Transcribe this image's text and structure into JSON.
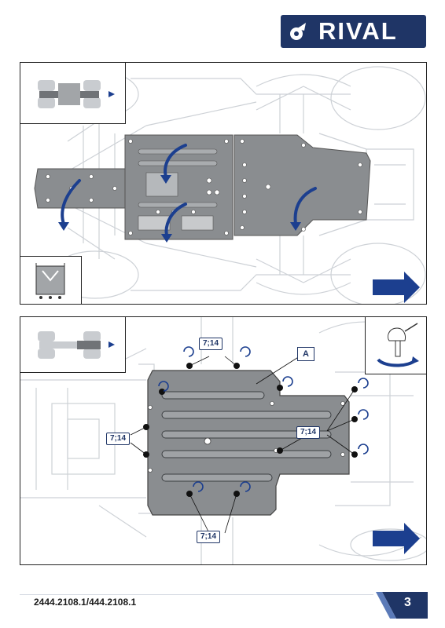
{
  "brand": {
    "name": "RIVAL",
    "color": "#1f3566"
  },
  "colors": {
    "plate": "#8a8d90",
    "arrow": "#1c3f8f",
    "line": "#cfd3d8"
  },
  "panel_top": {
    "inset_icons": [
      "vehicle-top-view-icon",
      "skid-plate-removal-icon"
    ]
  },
  "panel_bottom": {
    "torque_labels": [
      "7;14",
      "7;14",
      "7;14",
      "7;14"
    ],
    "callout": "A",
    "inset_icons": [
      "vehicle-top-view-icon",
      "wrench-tightening-icon"
    ]
  },
  "footer": {
    "part_number": "2444.2108.1/444.2108.1",
    "page_number": "3"
  }
}
